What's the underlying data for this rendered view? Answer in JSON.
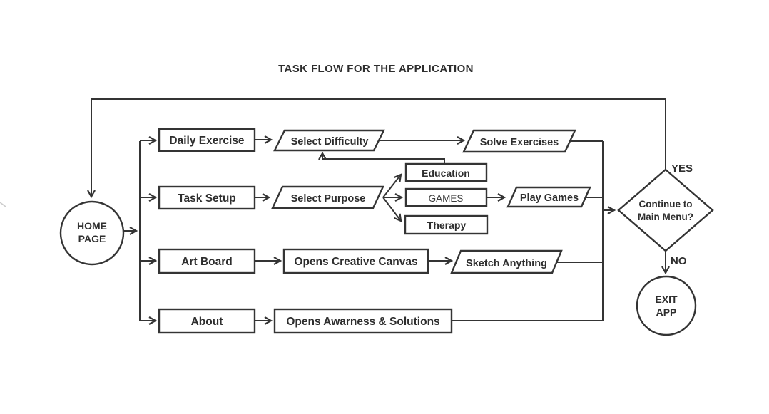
{
  "title": "TASK FLOW FOR THE APPLICATION",
  "colors": {
    "background": "#ffffff",
    "line_stroke": "#343434",
    "text": "#2e2e2e"
  },
  "nodes": {
    "home_page": {
      "type": "circle",
      "lines": [
        "HOME",
        "PAGE"
      ]
    },
    "daily_exercise": {
      "type": "process",
      "label": "Daily Exercise"
    },
    "task_setup": {
      "type": "process",
      "label": "Task Setup"
    },
    "art_board": {
      "type": "process",
      "label": "Art Board"
    },
    "about": {
      "type": "process",
      "label": "About"
    },
    "select_difficulty": {
      "type": "input-output",
      "label": "Select Difficulty"
    },
    "solve_exercises": {
      "type": "input-output",
      "label": "Solve Exercises"
    },
    "select_purpose": {
      "type": "input-output",
      "label": "Select Purpose"
    },
    "education": {
      "type": "process",
      "label": "Education"
    },
    "games": {
      "type": "process",
      "label": "GAMES"
    },
    "therapy": {
      "type": "process",
      "label": "Therapy"
    },
    "play_games": {
      "type": "input-output",
      "label": "Play Games"
    },
    "opens_creative_canvas": {
      "type": "process",
      "label": "Opens Creative Canvas"
    },
    "sketch_anything": {
      "type": "input-output",
      "label": "Sketch Anything"
    },
    "opens_awarness_solutions": {
      "type": "process",
      "label": "Opens Awarness & Solutions"
    },
    "continue_main_menu": {
      "type": "decision",
      "lines": [
        "Continue to",
        "Main Menu?"
      ]
    },
    "exit_app": {
      "type": "circle",
      "lines": [
        "EXIT",
        "APP"
      ]
    }
  },
  "edge_labels": {
    "yes": "YES",
    "no": "NO"
  },
  "connections": [
    {
      "from": "home_page",
      "to": "daily_exercise"
    },
    {
      "from": "home_page",
      "to": "task_setup"
    },
    {
      "from": "home_page",
      "to": "art_board"
    },
    {
      "from": "home_page",
      "to": "about"
    },
    {
      "from": "daily_exercise",
      "to": "select_difficulty"
    },
    {
      "from": "select_difficulty",
      "to": "solve_exercises"
    },
    {
      "from": "solve_exercises",
      "to": "continue_main_menu"
    },
    {
      "from": "task_setup",
      "to": "select_purpose"
    },
    {
      "from": "select_purpose",
      "to": "education"
    },
    {
      "from": "select_purpose",
      "to": "games"
    },
    {
      "from": "select_purpose",
      "to": "therapy"
    },
    {
      "from": "education",
      "to": "select_difficulty"
    },
    {
      "from": "games",
      "to": "play_games"
    },
    {
      "from": "play_games",
      "to": "continue_main_menu"
    },
    {
      "from": "art_board",
      "to": "opens_creative_canvas"
    },
    {
      "from": "opens_creative_canvas",
      "to": "sketch_anything"
    },
    {
      "from": "sketch_anything",
      "to": "continue_main_menu"
    },
    {
      "from": "about",
      "to": "opens_awarness_solutions"
    },
    {
      "from": "opens_awarness_solutions",
      "to": "continue_main_menu"
    },
    {
      "from": "continue_main_menu",
      "to": "home_page",
      "label": "YES"
    },
    {
      "from": "continue_main_menu",
      "to": "exit_app",
      "label": "NO"
    }
  ]
}
